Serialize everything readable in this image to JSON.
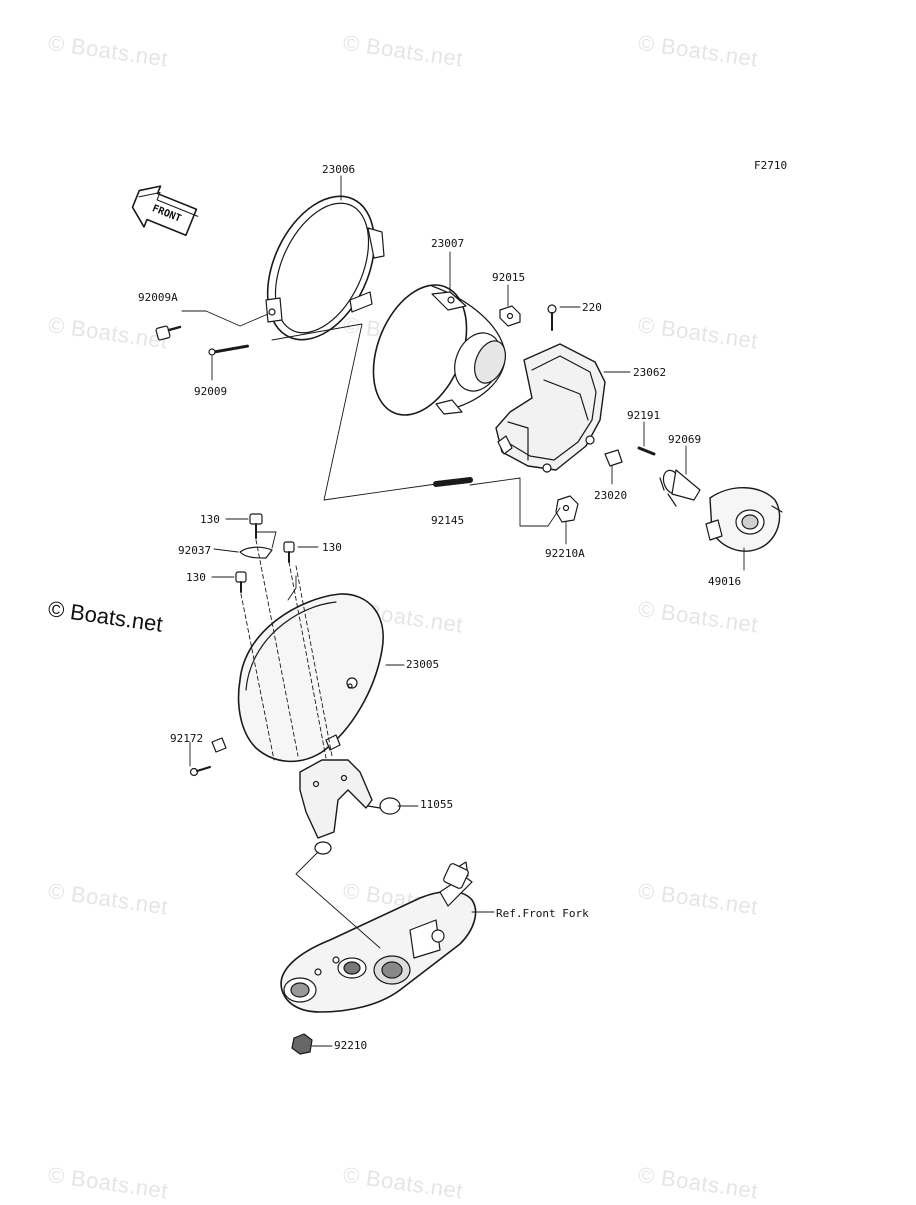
{
  "figure_code": "F2710",
  "front_label": "FRONT",
  "watermark_text": "© Boats.net",
  "copyright_text": "© Boats.net",
  "part_labels": {
    "p23006": "23006",
    "p23007": "23007",
    "p92015": "92015",
    "p220": "220",
    "p23062": "23062",
    "p92009A": "92009A",
    "p92009": "92009",
    "p92191": "92191",
    "p92069": "92069",
    "p23020": "23020",
    "p92145": "92145",
    "p92210A": "92210A",
    "p49016": "49016",
    "p130a": "130",
    "p130b": "130",
    "p130c": "130",
    "p92037": "92037",
    "p23005": "23005",
    "p92172": "92172",
    "p11055": "11055",
    "pRefFork": "Ref.Front Fork",
    "p92210": "92210"
  },
  "colors": {
    "line": "#1a1a1a",
    "fill_light": "#f2f2f2",
    "fill_mid": "#d6d6d6",
    "fill_dark": "#8a8a8a"
  }
}
